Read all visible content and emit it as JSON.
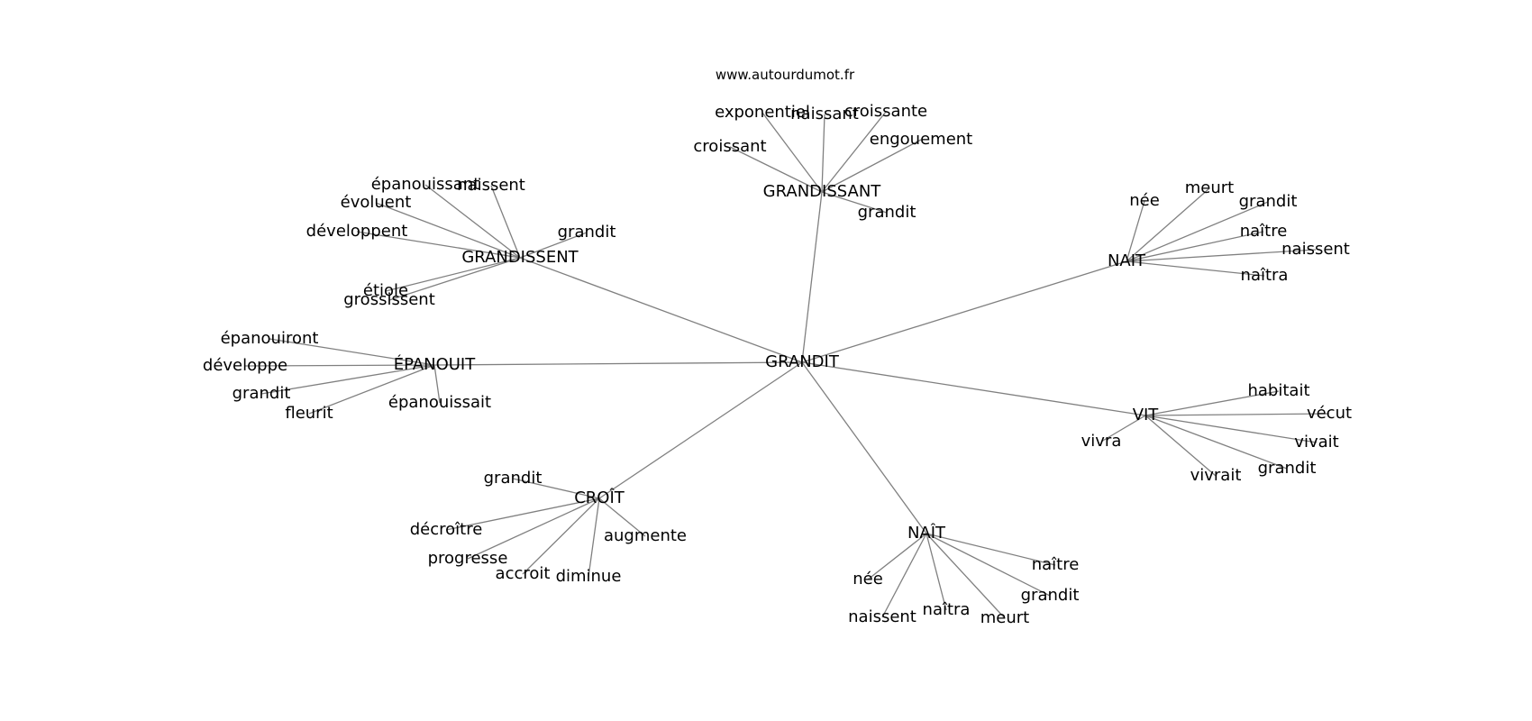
{
  "source": "www.autourdumot.fr",
  "center": "GRANDIT",
  "clusters": [
    {
      "label": "GRANDISSANT",
      "words": [
        "exponentiel",
        "naissant",
        "croissante",
        "engouement",
        "croissant",
        "grandit"
      ]
    },
    {
      "label": "GRANDISSENT",
      "words": [
        "épanouissant",
        "naissent",
        "évoluent",
        "développent",
        "grandit",
        "étiole",
        "grossissent"
      ]
    },
    {
      "label": "NAIT",
      "words": [
        "née",
        "meurt",
        "grandit",
        "naître",
        "naissent",
        "naîtra"
      ]
    },
    {
      "label": "ÉPANOUIT",
      "words": [
        "épanouiront",
        "développe",
        "grandit",
        "fleurit",
        "épanouissait"
      ]
    },
    {
      "label": "VIT",
      "words": [
        "habitait",
        "vécut",
        "vivait",
        "grandit",
        "vivrait",
        "vivra"
      ]
    },
    {
      "label": "CROÎT",
      "words": [
        "grandit",
        "décroître",
        "progresse",
        "accroit",
        "diminue",
        "augmente"
      ]
    },
    {
      "label": "NAÎT",
      "words": [
        "née",
        "naissent",
        "naîtra",
        "meurt",
        "grandit",
        "naître"
      ]
    }
  ]
}
